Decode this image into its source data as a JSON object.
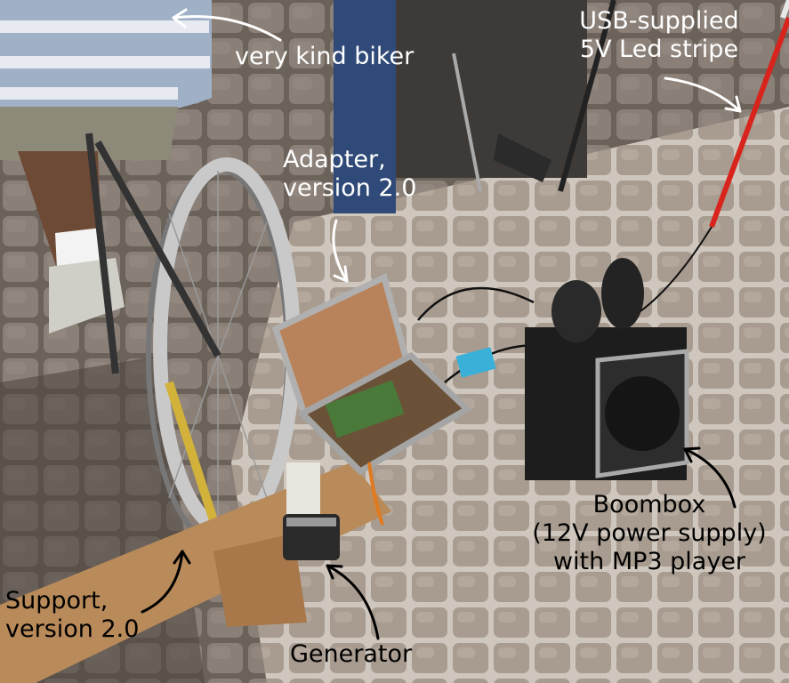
{
  "annotations": {
    "biker": "very kind biker",
    "led_line1": "USB-supplied",
    "led_line2": "5V Led stripe",
    "adapter_line1": "Adapter,",
    "adapter_line2": "version 2.0",
    "boombox_line1": "Boombox",
    "boombox_line2": "(12V power supply)",
    "boombox_line3": "with MP3 player",
    "support_line1": "Support,",
    "support_line2": "version 2.0",
    "generator": "Generator"
  },
  "colors": {
    "pavement": "#5b5650",
    "stone_light": "#8a8078",
    "sunlit": "#b8ada3",
    "wood": "#b98a5a",
    "speaker": "#1d1d1d",
    "led_strip": "#d8241c",
    "label_light": "#ffffff",
    "label_dark": "#000000"
  }
}
